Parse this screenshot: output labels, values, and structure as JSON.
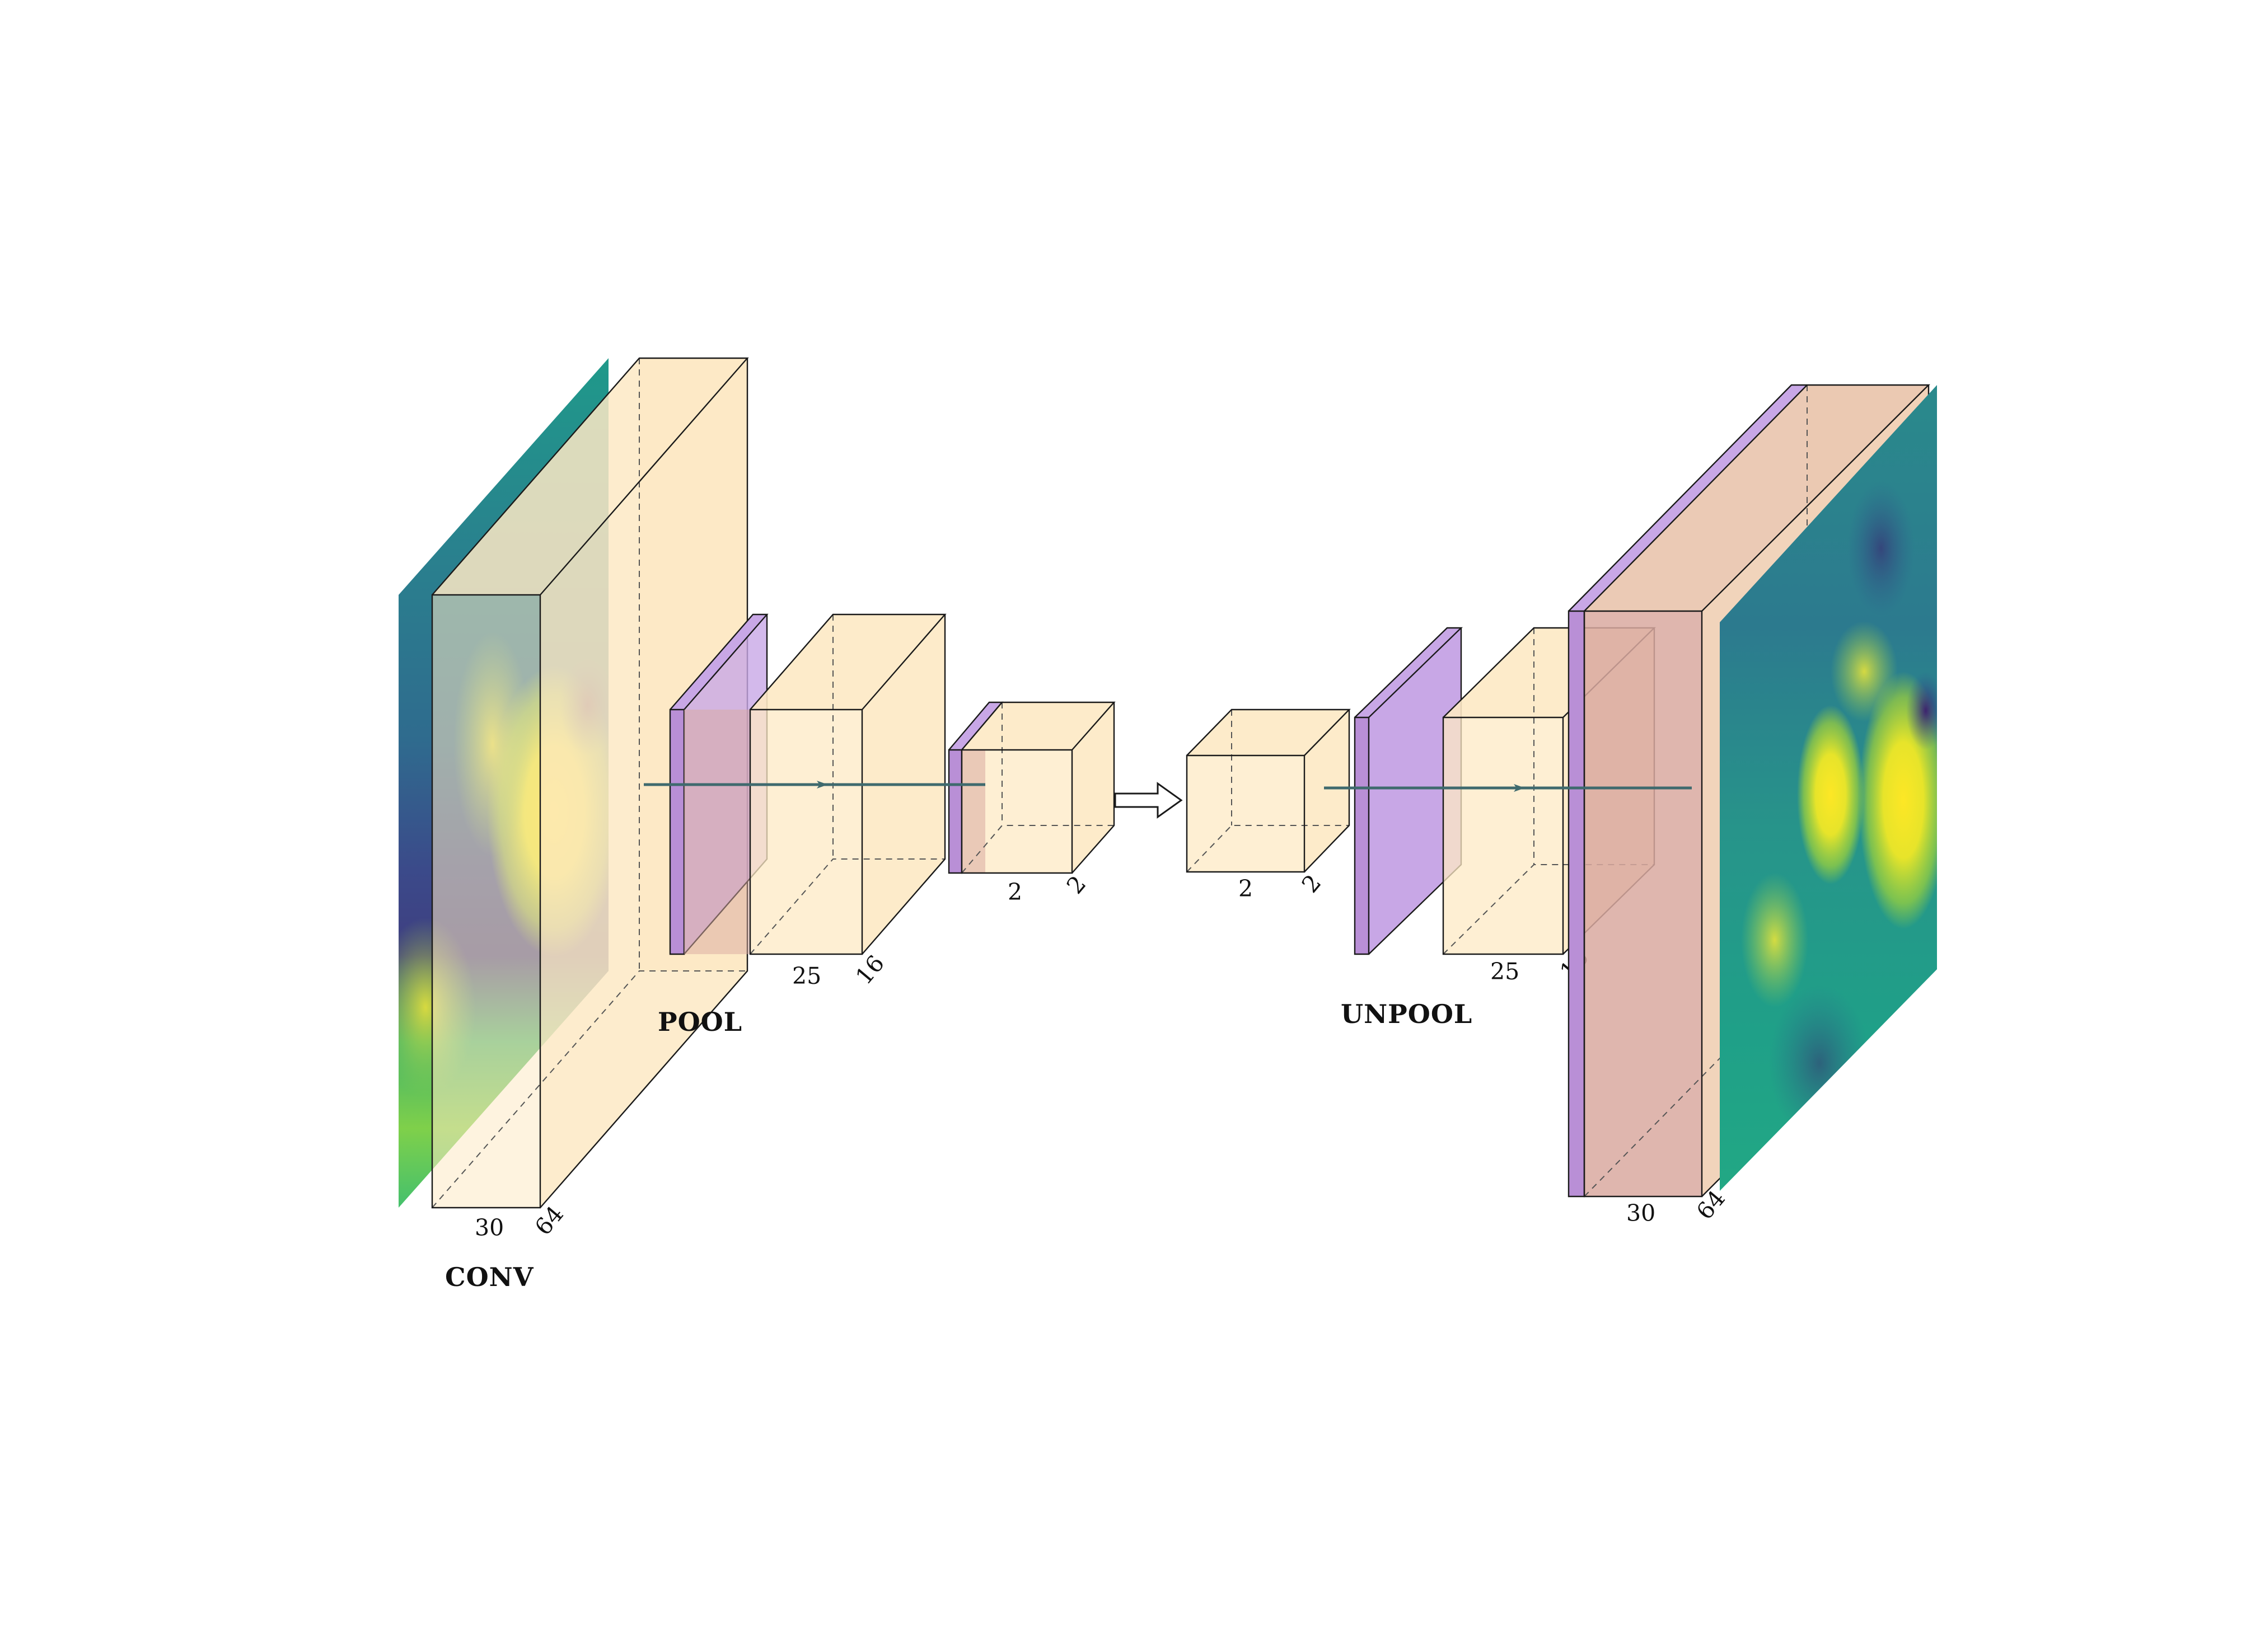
{
  "colors": {
    "conv_fill": "#fde9c4",
    "pool_fill": "#c8a7e6",
    "unpool_fill": "#c8a7e6",
    "overlay_fill": "#d9a9a0",
    "arrow": "#3f6a6e"
  },
  "labels": {
    "conv": "CONV",
    "pool": "POOL",
    "unpool": "UNPOOL"
  },
  "blocks": {
    "conv1": {
      "width": "30",
      "depth": "64"
    },
    "block2": {
      "width": "25",
      "depth": "16"
    },
    "block3": {
      "width": "2",
      "depth": "2"
    },
    "block4": {
      "width": "2",
      "depth": "2"
    },
    "block5": {
      "width": "25",
      "depth": "16"
    },
    "block6": {
      "width": "30",
      "depth": "64"
    }
  },
  "icons": {
    "flow_arrow": "hollow-right-arrow-icon",
    "connection_arrow": "right-arrow-icon"
  }
}
